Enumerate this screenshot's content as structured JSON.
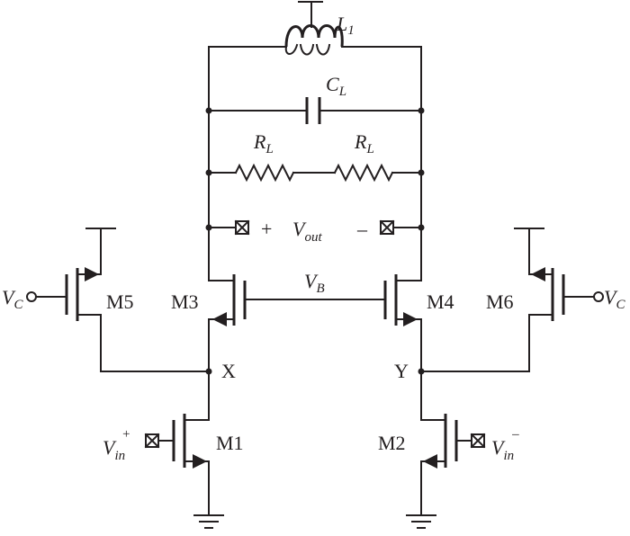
{
  "diagram": {
    "labels": {
      "L1": {
        "main": "L",
        "sub": "1"
      },
      "CL": {
        "main": "C",
        "sub": "L"
      },
      "RL_left": {
        "main": "R",
        "sub": "L"
      },
      "RL_right": {
        "main": "R",
        "sub": "L"
      },
      "VB": {
        "main": "V",
        "sub": "B"
      },
      "Vout": {
        "plus": "+",
        "main": "V",
        "sub": "out",
        "minus": "–"
      },
      "VC_left": {
        "main": "V",
        "sub": "C"
      },
      "VC_right": {
        "main": "V",
        "sub": "C"
      },
      "Vin_plus": {
        "main": "V",
        "sub": "in",
        "sup": "+"
      },
      "Vin_minus": {
        "main": "V",
        "sub": "in",
        "sup": "–"
      },
      "X": "X",
      "Y": "Y",
      "M1": "M1",
      "M2": "M2",
      "M3": "M3",
      "M4": "M4",
      "M5": "M5",
      "M6": "M6"
    },
    "colors": {
      "ink": "#231f20",
      "background": "#ffffff"
    }
  }
}
